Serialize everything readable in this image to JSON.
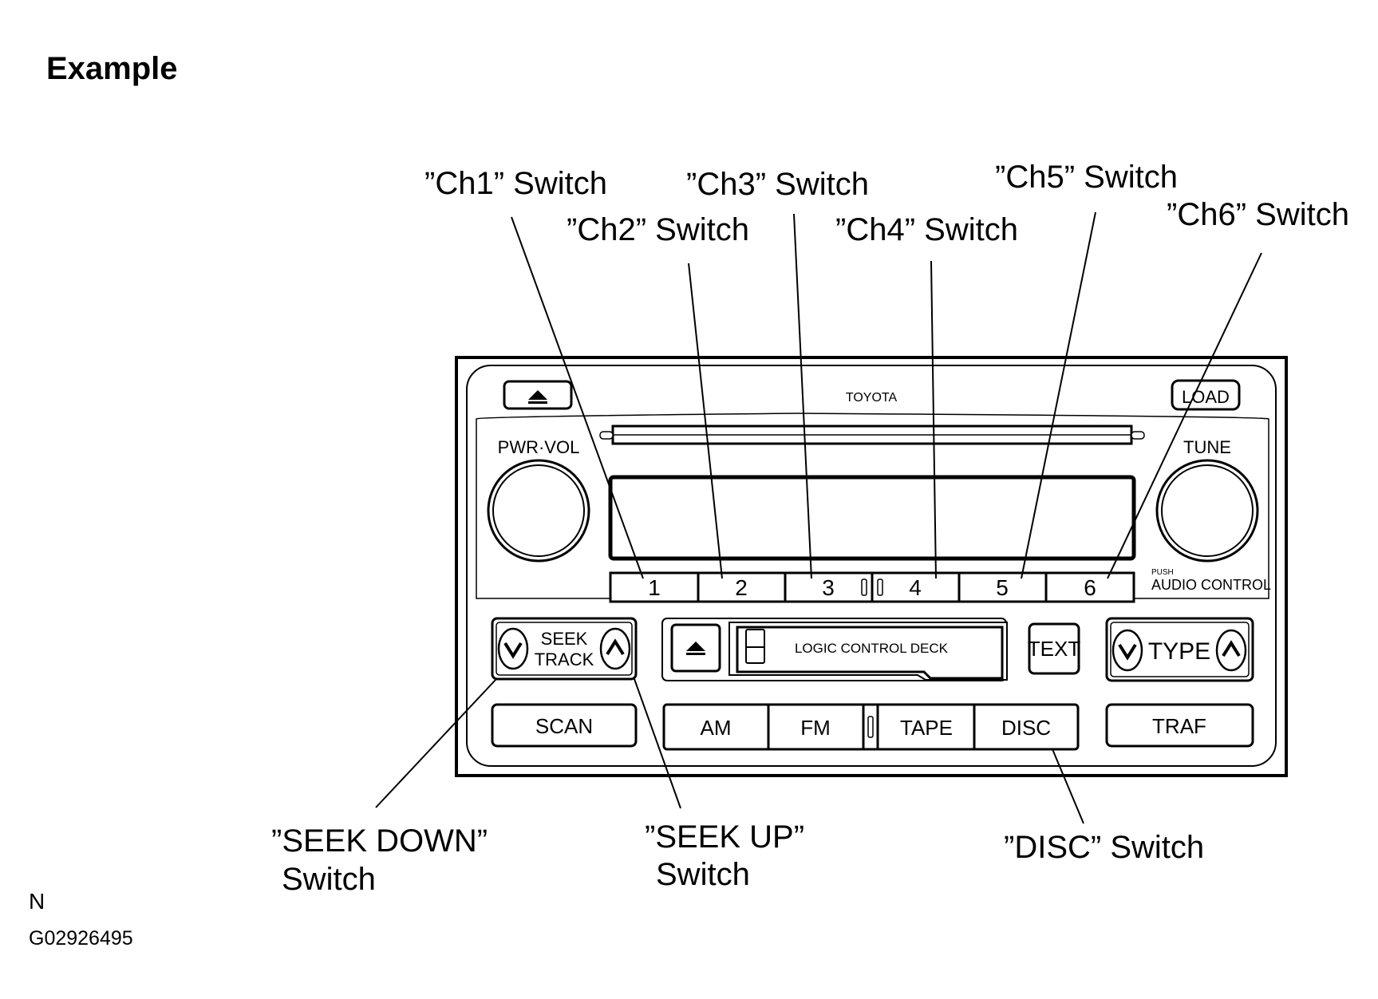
{
  "heading": "Example",
  "callouts": {
    "ch1": "”Ch1” Switch",
    "ch2": "”Ch2” Switch",
    "ch3": "”Ch3” Switch",
    "ch4": "”Ch4” Switch",
    "ch5": "”Ch5” Switch",
    "ch6": "”Ch6” Switch",
    "seek_down_line1": "”SEEK DOWN”",
    "seek_down_line2": "Switch",
    "seek_up_line1": "”SEEK UP”",
    "seek_up_line2": "Switch",
    "disc": "”DISC” Switch"
  },
  "radio": {
    "brand": "TOYOTA",
    "load_label": "LOAD",
    "pwr_vol_label": "PWR·VOL",
    "tune_label": "TUNE",
    "push_label": "PUSH",
    "audio_control_label": "AUDIO CONTROL",
    "presets": [
      "1",
      "2",
      "3",
      "4",
      "5",
      "6"
    ],
    "seek_label": "SEEK",
    "track_label": "TRACK",
    "deck_label": "LOGIC CONTROL DECK",
    "text_label": "TEXT",
    "type_label": "TYPE",
    "scan_label": "SCAN",
    "am_label": "AM",
    "fm_label": "FM",
    "tape_label": "TAPE",
    "disc_label": "DISC",
    "traf_label": "TRAF"
  },
  "footer": {
    "code_n": "N",
    "code_g": "G02926495"
  }
}
